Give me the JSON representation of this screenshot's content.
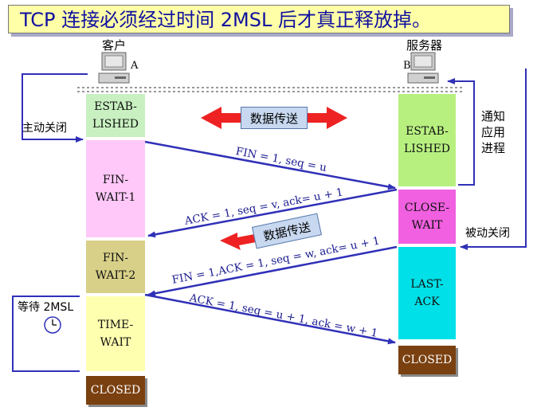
{
  "title": "TCP 连接必须经过时间 2MSL 后才真正释放掉。",
  "client": {
    "name": "客户",
    "letter": "A"
  },
  "server": {
    "name": "服务器",
    "letter": "B"
  },
  "side_labels": {
    "active_close": "主动关闭",
    "notify_app": "通知\n应用\n进程",
    "passive_close": "被动关闭",
    "wait": "等待 2MSL"
  },
  "data_transfer": "数据传送",
  "client_states": [
    {
      "name": "ESTAB-\nLISHED",
      "color": "#c8f0c0"
    },
    {
      "name": "FIN-\nWAIT-1",
      "color": "#ffc8f8"
    },
    {
      "name": "FIN-\nWAIT-2",
      "color": "#d8d088"
    },
    {
      "name": "TIME-\nWAIT",
      "color": "#ffffb0"
    },
    {
      "name": "CLOSED",
      "color": "#7a4010"
    }
  ],
  "server_states": [
    {
      "name": "ESTAB-\nLISHED",
      "color": "#b8f080"
    },
    {
      "name": "CLOSE-\nWAIT",
      "color": "#f060e0"
    },
    {
      "name": "LAST-\nACK",
      "color": "#00e0e8"
    },
    {
      "name": "CLOSED",
      "color": "#7a4010"
    }
  ],
  "messages": {
    "fin1": "FIN = 1, seq = u",
    "ack1": "ACK = 1, seq = v, ack= u + 1",
    "fin2": "FIN = 1,ACK = 1, seq = w, ack= u + 1",
    "ack2": "ACK = 1, seq = u + 1, ack = w + 1"
  },
  "colors": {
    "arrow": "#3030b8",
    "red_arrow": "#ee2222",
    "title_text": "#1010a0"
  }
}
